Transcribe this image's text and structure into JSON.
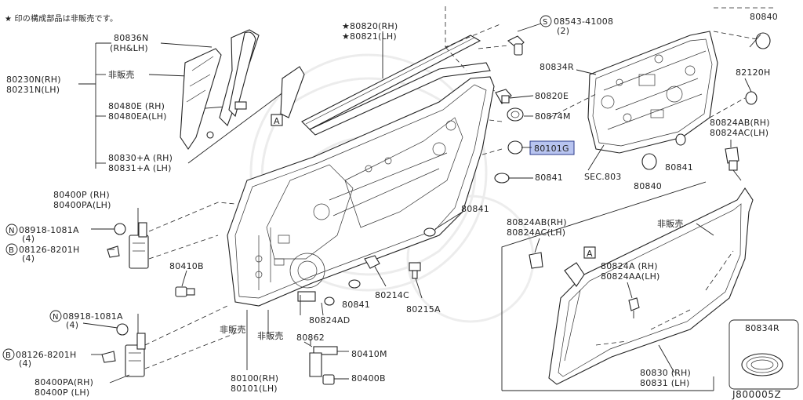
{
  "note": "★ 印の構成部品は非販売です。",
  "parts": {
    "p80836n": "80836N",
    "p80836n_side": "(RH&LH)",
    "hihanbai_1": "非販売",
    "p80230n": "80230N(RH)",
    "p80231n": "80231N(LH)",
    "p80480e": "80480E (RH)",
    "p80480ea": "80480EA(LH)",
    "p80830": "80830+A (RH)",
    "p80831": "80831+A (LH)",
    "p80820": "★80820(RH)",
    "p80821": "★80821(LH)",
    "p08543": "08543-41008",
    "p08543_qty": "(2)",
    "p80834r": "80834R",
    "p80840_a": "80840",
    "p82120h": "82120H",
    "p80820e": "80820E",
    "p80874m": "80874M",
    "p80101g": "80101G",
    "p80841_a": "80841",
    "sec803": "SEC.803",
    "p80840_b": "80840",
    "p80841_b": "80841",
    "p80824ab_a": "80824AB(RH)",
    "p80824ac_a": "80824AC(LH)",
    "p80841_c": "80841",
    "p80400p": "80400P (RH)",
    "p80400pa": "80400PA(LH)",
    "p08918_a": "08918-1081A",
    "qty4_a": "(4)",
    "p08126_a": "08126-8201H",
    "qty4_b": "(4)",
    "p80410b": "80410B",
    "p80841_d": "80841",
    "p80214c": "80214C",
    "p80215a": "80215A",
    "p80824ad": "80824AD",
    "p80862": "80862",
    "p80410m": "80410M",
    "p80400b": "80400B",
    "hihanbai_2": "非販売",
    "hihanbai_3": "非販売",
    "p80100": "80100(RH)",
    "p80101": "80101(LH)",
    "p08918_b": "08918-1081A",
    "qty4_c": "(4)",
    "p08126_b": "08126-8201H",
    "qty4_d": "(4)",
    "p80400pa_b": "80400PA(RH)",
    "p80400p_b": "80400P (LH)",
    "p80824ab_b": "80824AB(RH)",
    "p80824ac_b": "80824AC(LH)",
    "hihanbai_4": "非販売",
    "p80824a": "80824A (RH)",
    "p80824aa": "80824AA(LH)",
    "p80830_b": "80830 (RH)",
    "p80831_b": "80831 (LH)",
    "p80834r_inset": "80834R"
  },
  "markers": {
    "view_a_1": "A",
    "view_a_2": "A",
    "circle_s": "S",
    "circle_n1": "N",
    "circle_b1": "B",
    "circle_n2": "N",
    "circle_b2": "B"
  },
  "footer_code": "J800005Z",
  "colors": {
    "highlight_fill": "#b8c4f0",
    "highlight_stroke": "#2a3a8a",
    "line": "#222222"
  }
}
